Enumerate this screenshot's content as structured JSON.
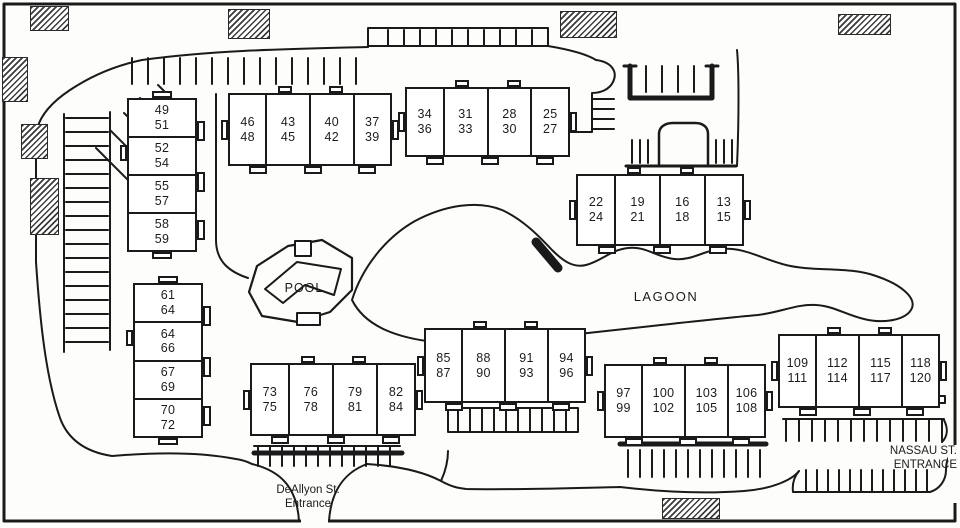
{
  "labels": {
    "pool": "POOL",
    "lagoon": "LAGOON",
    "deallyon_entrance": "DeAllyon St.\nEntrance",
    "nassau_entrance": "NASSAU ST.\nENTRANCE"
  },
  "colors": {
    "ink": "#1a1a1a",
    "paper": "#fdfdfb"
  },
  "buildings": [
    {
      "name": "building-49-59",
      "orientation": "vertical",
      "units": [
        "49\n51",
        "52\n54",
        "55\n57",
        "58\n59"
      ]
    },
    {
      "name": "building-37-48",
      "orientation": "horizontal",
      "units": [
        "46\n48",
        "43\n45",
        "40\n42",
        "37\n39"
      ]
    },
    {
      "name": "building-25-36",
      "orientation": "horizontal",
      "units": [
        "34\n36",
        "31\n33",
        "28\n30",
        "25\n27"
      ]
    },
    {
      "name": "building-13-24",
      "orientation": "horizontal",
      "units": [
        "22\n24",
        "19\n21",
        "16\n18",
        "13\n15"
      ]
    },
    {
      "name": "building-61-72",
      "orientation": "vertical",
      "units": [
        "61\n64",
        "64\n66",
        "67\n69",
        "70\n72"
      ]
    },
    {
      "name": "building-73-84",
      "orientation": "horizontal",
      "units": [
        "73\n75",
        "76\n78",
        "79\n81",
        "82\n84"
      ]
    },
    {
      "name": "building-85-96",
      "orientation": "horizontal",
      "units": [
        "85\n87",
        "88\n90",
        "91\n93",
        "94\n96"
      ]
    },
    {
      "name": "building-97-108",
      "orientation": "horizontal",
      "units": [
        "97\n99",
        "100\n102",
        "103\n105",
        "106\n108"
      ]
    },
    {
      "name": "building-109-120",
      "orientation": "horizontal",
      "units": [
        "109\n111",
        "112\n114",
        "115\n117",
        "118\n120"
      ]
    }
  ]
}
